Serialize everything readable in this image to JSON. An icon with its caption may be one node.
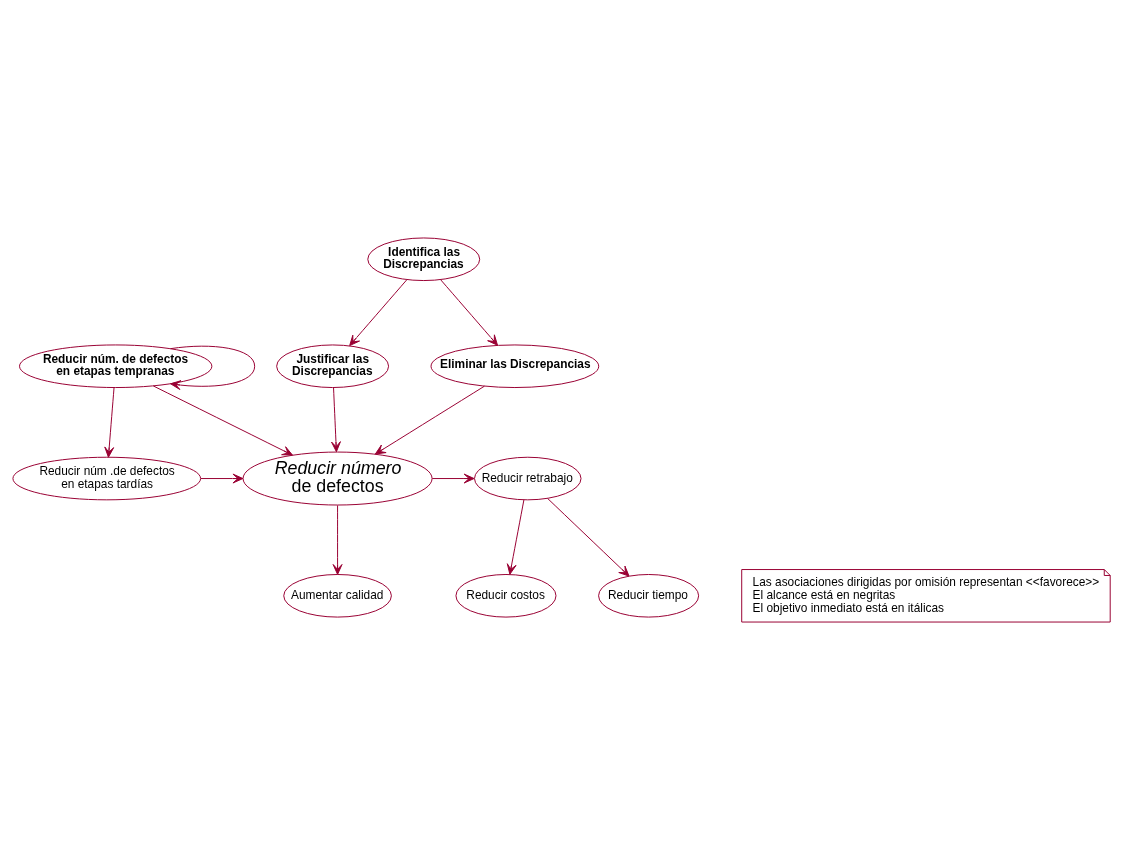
{
  "diagram": {
    "nodes": [
      {
        "text": [
          "Identifica las Discrepancias"
        ]
      },
      {
        "text": [
          "Reducir núm. de defectos en etapas tempranas"
        ]
      },
      {
        "text": [
          "Eliminar las Discrepancias"
        ]
      },
      {
        "text": [
          "Justificar las Discrepancias"
        ]
      },
      {
        "text": [
          "Reducir núm .de defectos en etapas tardías"
        ]
      },
      {
        "text": [
          "*Reducir número* de defectos"
        ]
      },
      {
        "text": [
          "Reducir retrabajo"
        ]
      },
      {
        "text": [
          "Aumentar calidad"
        ]
      },
      {
        "text": [
          "Reducir tiempo"
        ]
      },
      {
        "text": [
          "Reducir costos"
        ]
      },
      {
        "text": [
          "Las asociaciones dirigidas por omisión representan <<favorece>>",
          "El alcance está en negritas",
          "El objetivo inmediato está en itálicas"
        ]
      }
    ],
    "edges": [
      {
        "from": 0,
        "to": 2,
        "arrow": "to"
      },
      {
        "from": 0,
        "to": 3,
        "arrow": "to"
      },
      {
        "from": 1,
        "to": 1,
        "arrow": "to"
      },
      {
        "from": 1,
        "to": 4,
        "arrow": "to"
      },
      {
        "from": 1,
        "to": 5,
        "arrow": "to"
      },
      {
        "from": 2,
        "to": 5,
        "arrow": "to"
      },
      {
        "from": 3,
        "to": 5,
        "arrow": "to"
      },
      {
        "from": 4,
        "to": 5,
        "arrow": "to"
      },
      {
        "from": 5,
        "to": 6,
        "arrow": "to"
      },
      {
        "from": 5,
        "to": 7,
        "arrow": "to"
      },
      {
        "from": 6,
        "to": 8,
        "arrow": "to"
      },
      {
        "from": 6,
        "to": 9,
        "arrow": "to"
      }
    ]
  }
}
